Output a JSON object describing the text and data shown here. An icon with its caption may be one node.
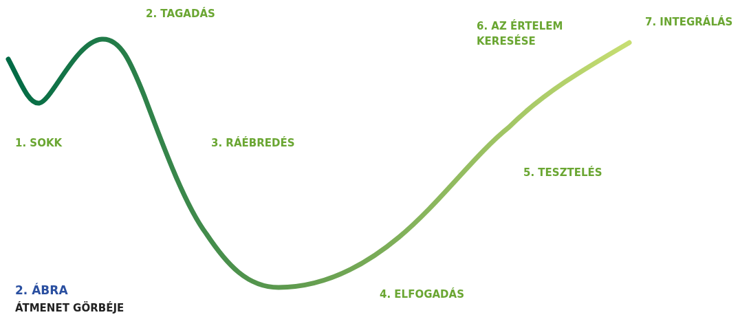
{
  "diagram": {
    "title": "2. ÁBRA",
    "caption": "ÁTMENET GÖRBÉJE",
    "labels": [
      "2. TAGADÁS",
      "6. AZ ÉRTELEM KERESÉSE",
      "7. INTEGRÁLÁS",
      "1. SOKK",
      "3. RÁÉBREDÉS",
      "5. TESZTELÉS",
      "4. ELFOGADÁS"
    ]
  }
}
